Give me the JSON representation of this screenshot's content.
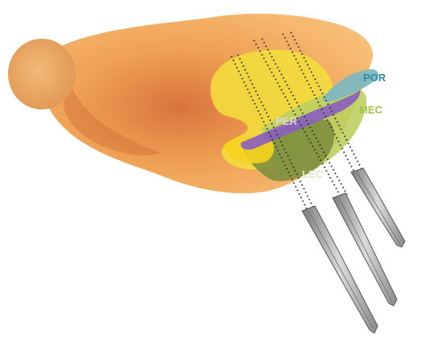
{
  "labels": {
    "por": "POR",
    "mec": "MEC",
    "per": "PER",
    "lec": "LEC"
  },
  "colors": {
    "brain_base": "#efa055",
    "brain_shadow": "#d9743c",
    "brain_highlight": "#f9c27a",
    "olfactory_bulb": "#e9a862",
    "region_yellow": "#f2de3c",
    "region_yellow_bright": "#f7d21f",
    "region_mec": "#bccf61",
    "region_lec": "#7c8d3c",
    "region_per": "#8a5ec0",
    "region_por": "#7fb7c0",
    "label_por": "#2f8fa6",
    "label_mec": "#a3c24e",
    "label_per": "#ddd9c4",
    "label_lec": "#e6e1c8",
    "probe_dots": "#2f2f2f",
    "probe_body": "#a9a9a9",
    "probe_outline": "#555555"
  },
  "icons": {
    "probes": [
      "silicon-probe-icon",
      "silicon-probe-icon",
      "silicon-probe-icon"
    ]
  }
}
